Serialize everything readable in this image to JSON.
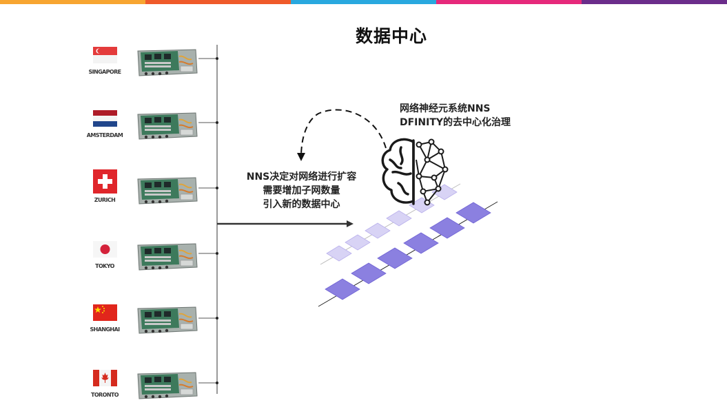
{
  "title": "数据中心",
  "datacenters": [
    {
      "city": "SINGAPORE",
      "flag": "singapore-flag-icon"
    },
    {
      "city": "AMSTERDAM",
      "flag": "netherlands-flag-icon"
    },
    {
      "city": "ZURICH",
      "flag": "switzerland-flag-icon"
    },
    {
      "city": "TOKYO",
      "flag": "japan-flag-icon"
    },
    {
      "city": "SHANGHAI",
      "flag": "china-flag-icon"
    },
    {
      "city": "TORONTO",
      "flag": "canada-flag-icon"
    }
  ],
  "decision_label": {
    "lines": [
      "NNS决定对网络进行扩容",
      "需要增加子网数量",
      "引入新的数据中心"
    ]
  },
  "nns_label": {
    "lines": [
      "网络神经元系统NNS",
      "DFINITY的去中心化治理"
    ]
  },
  "icons": [
    "brain-network-icon",
    "server-icon",
    "arrow-right-icon",
    "dashed-return-arrow-icon",
    "subnet-node-icon"
  ],
  "colors": {
    "accent_strip": [
      "#f7a531",
      "#ef5a2a",
      "#29a8df",
      "#e6297b",
      "#6b2d8b"
    ],
    "subnet_node": "#8b80e0",
    "subnet_node_light": "#d2cdf3",
    "line": "#333333"
  }
}
